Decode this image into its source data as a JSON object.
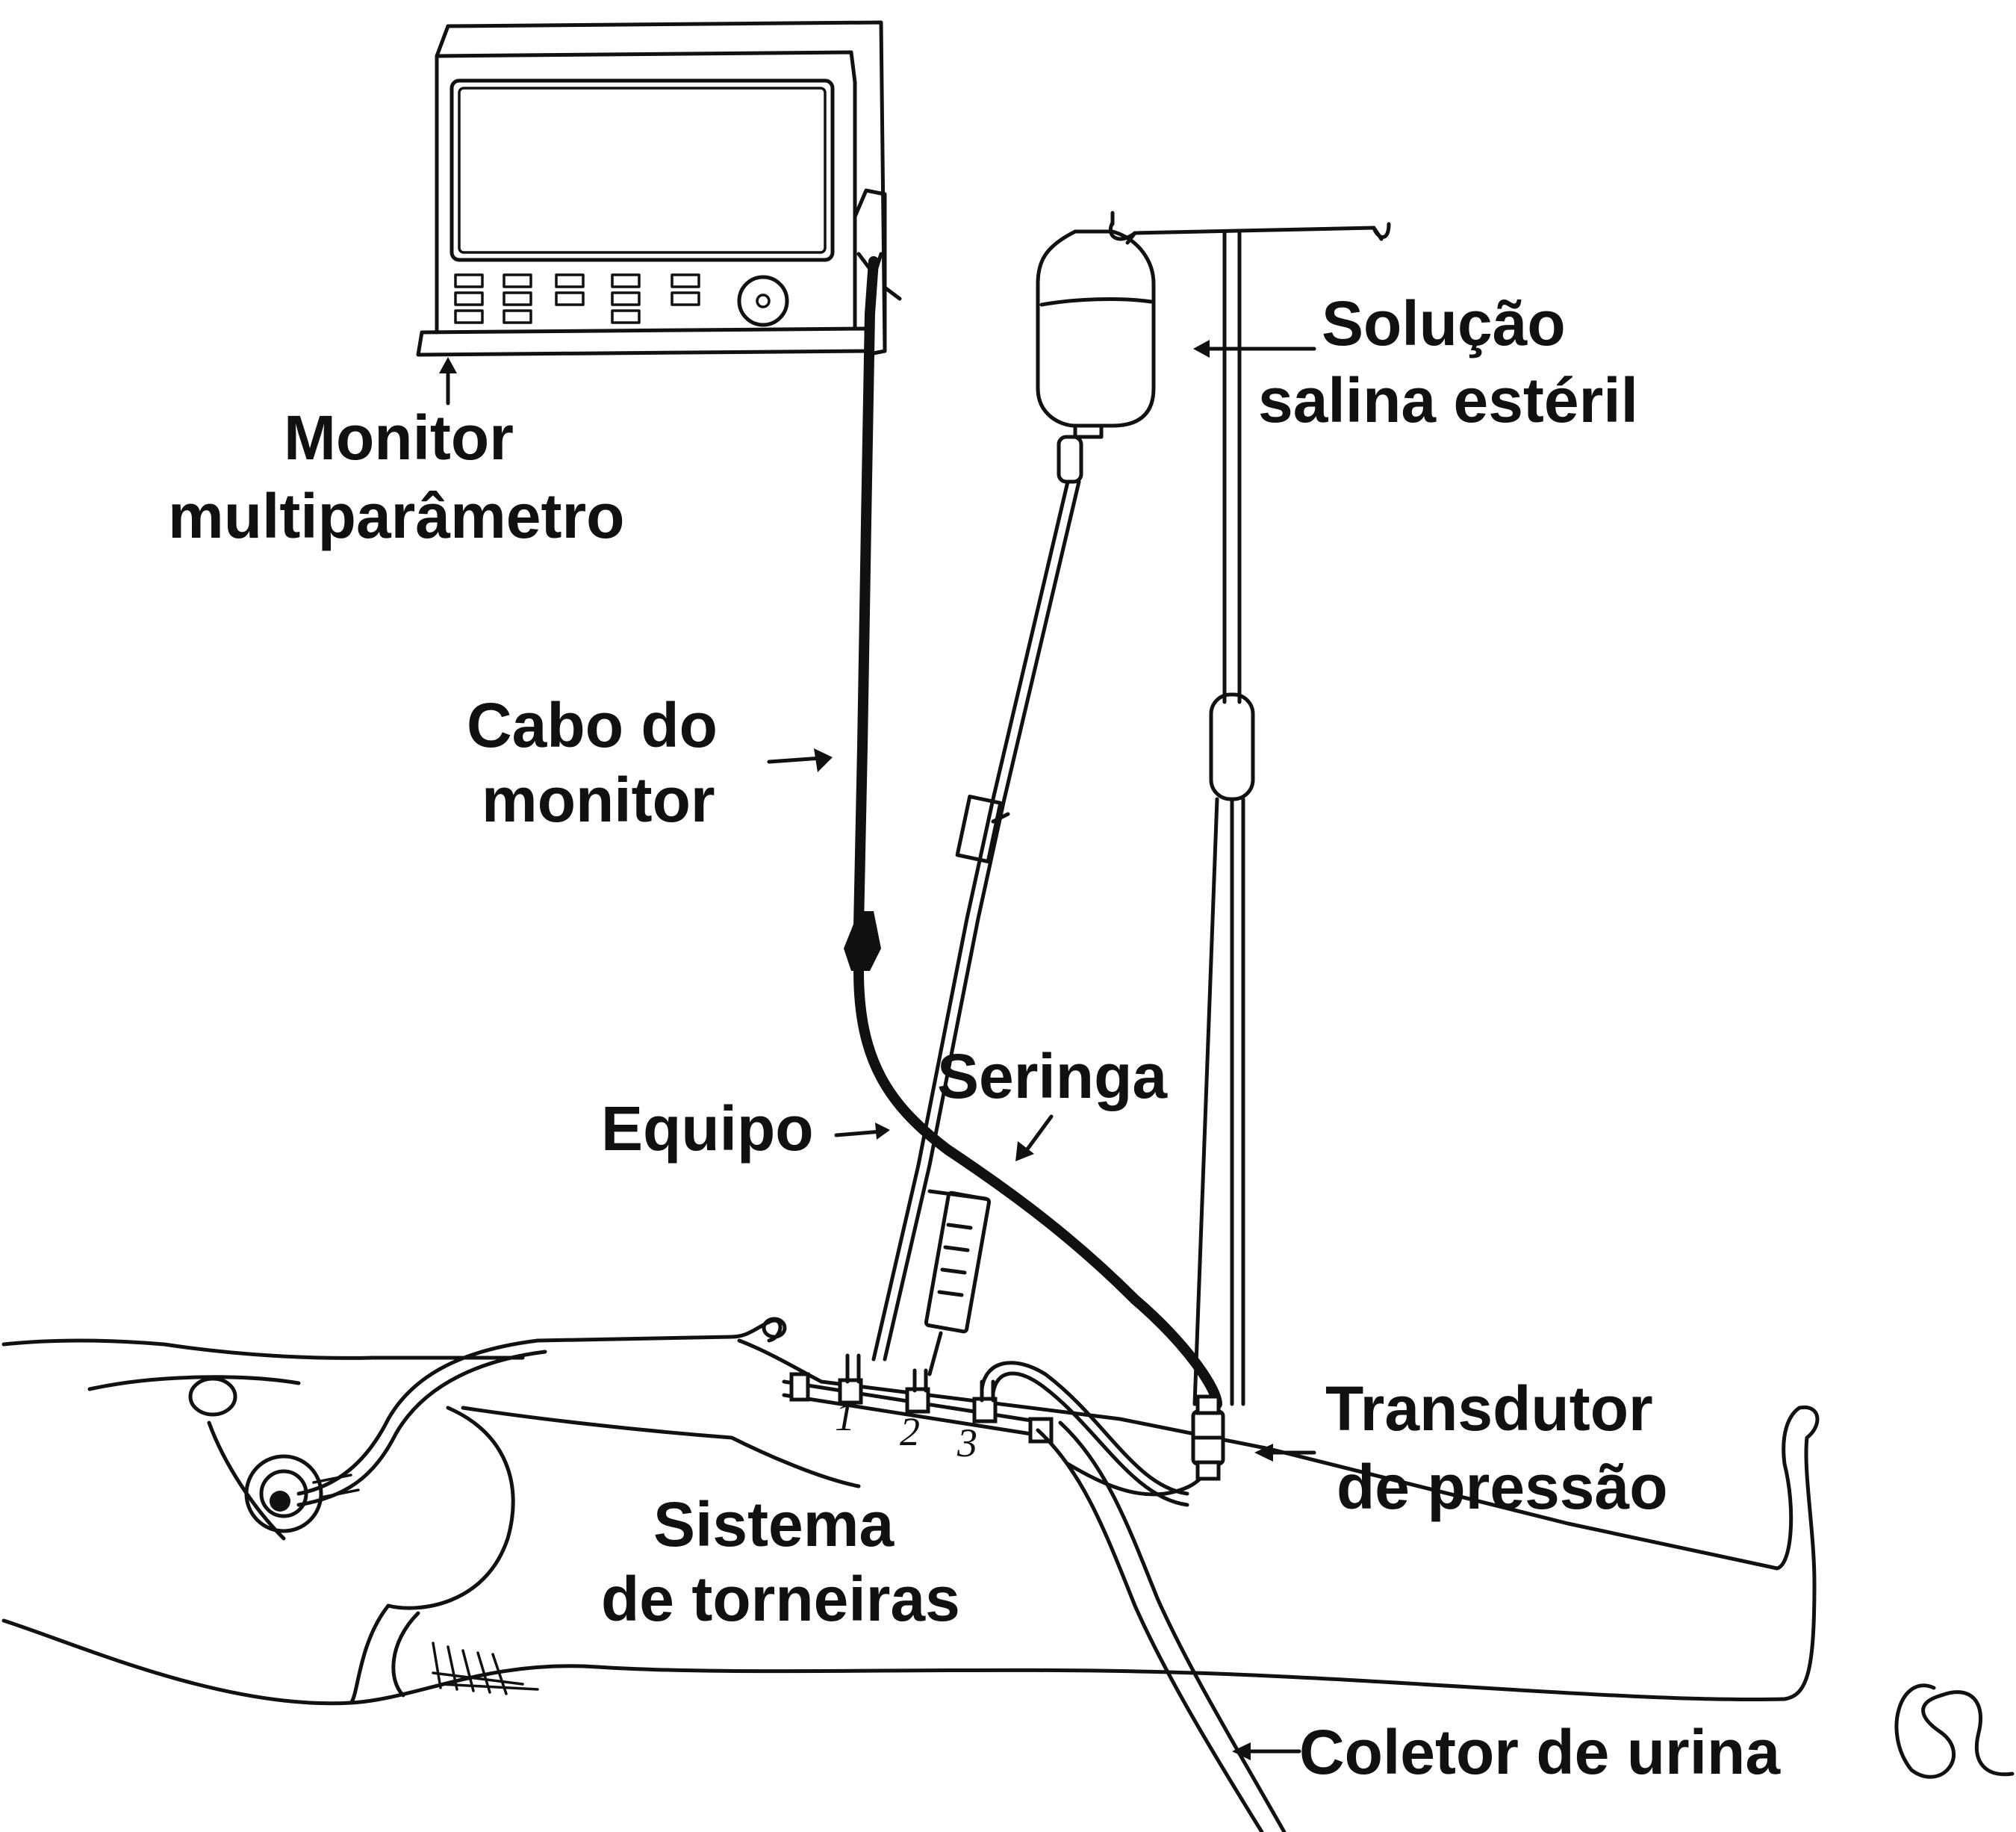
{
  "labels": {
    "monitor": [
      "Monitor",
      "multiparâmetro"
    ],
    "solution": [
      "Solução",
      "salina estéril"
    ],
    "cable": [
      "Cabo do",
      "monitor"
    ],
    "syringe": "Seringa",
    "infusion_set": "Equipo",
    "transducer": [
      "Transdutor",
      "de pressão"
    ],
    "stopcocks": [
      "Sistema",
      "de torneiras"
    ],
    "urine_collector": "Coletor de urina"
  },
  "stopcock_numbers": [
    "1",
    "2",
    "3"
  ],
  "colors": {
    "ink": "#111111",
    "paper": "#ffffff"
  }
}
